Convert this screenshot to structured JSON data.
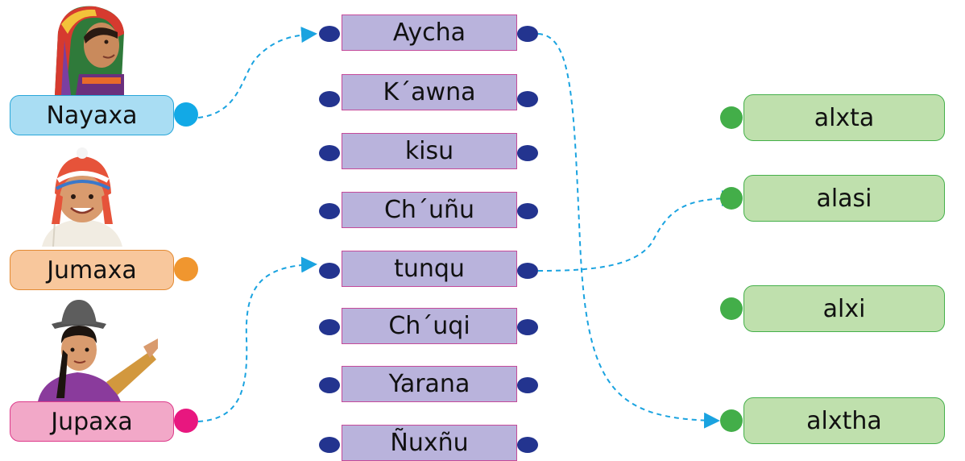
{
  "people": [
    {
      "name": "Nayaxa",
      "color": "#a9ddf3",
      "border": "#2aa7d9",
      "dot": "#12a9e6",
      "icon": "woman-colorful-headdress-icon"
    },
    {
      "name": "Jumaxa",
      "color": "#f8c79c",
      "border": "#e38a32",
      "dot": "#f0962f",
      "icon": "boy-knit-hat-icon"
    },
    {
      "name": "Jupaxa",
      "color": "#f2a8c8",
      "border": "#dd3b8b",
      "dot": "#e8177f",
      "icon": "woman-bowler-hat-icon"
    }
  ],
  "words": [
    "Aycha",
    "K´awna",
    "kisu",
    "Ch´uñu",
    "tunqu",
    "Ch´uqi",
    "Yarana",
    "Ñuxñu"
  ],
  "categories": [
    "alxta",
    "alasi",
    "alxi",
    "alxtha"
  ],
  "connections": [
    {
      "from": "Nayaxa",
      "to": "Aycha"
    },
    {
      "from": "Jupaxa",
      "to": "tunqu"
    },
    {
      "from": "Aycha",
      "to": "alxtha"
    },
    {
      "from": "tunqu",
      "to": "alasi"
    }
  ],
  "line_color": "#1aa3e0"
}
